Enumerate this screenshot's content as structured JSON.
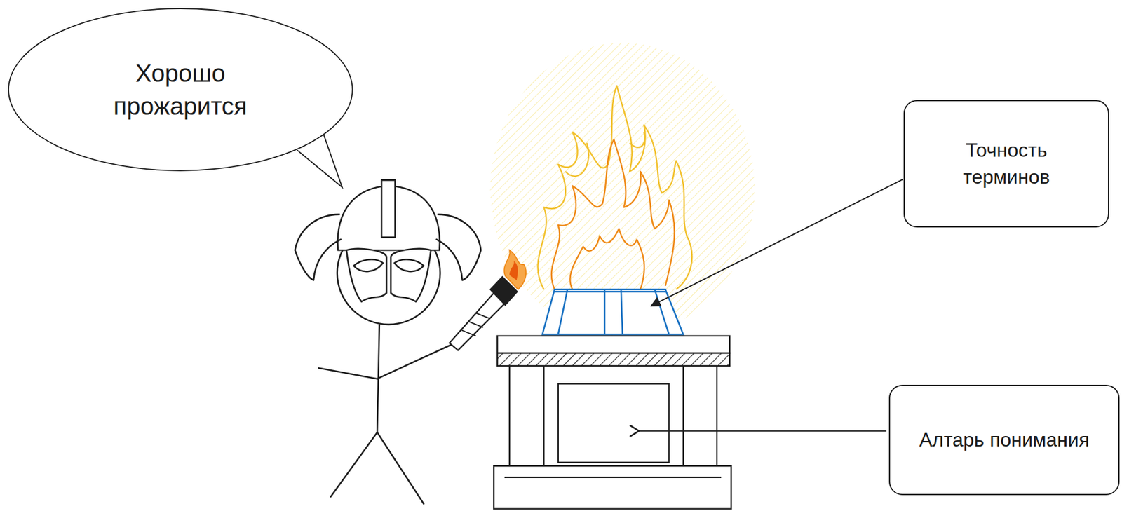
{
  "diagram": {
    "nodes": [
      {
        "text": [
          "Хорошо прожарится"
        ]
      },
      {
        "text": [
          "Точность терминов"
        ]
      },
      {
        "text": [
          "Алтарь понимания"
        ]
      }
    ]
  }
}
